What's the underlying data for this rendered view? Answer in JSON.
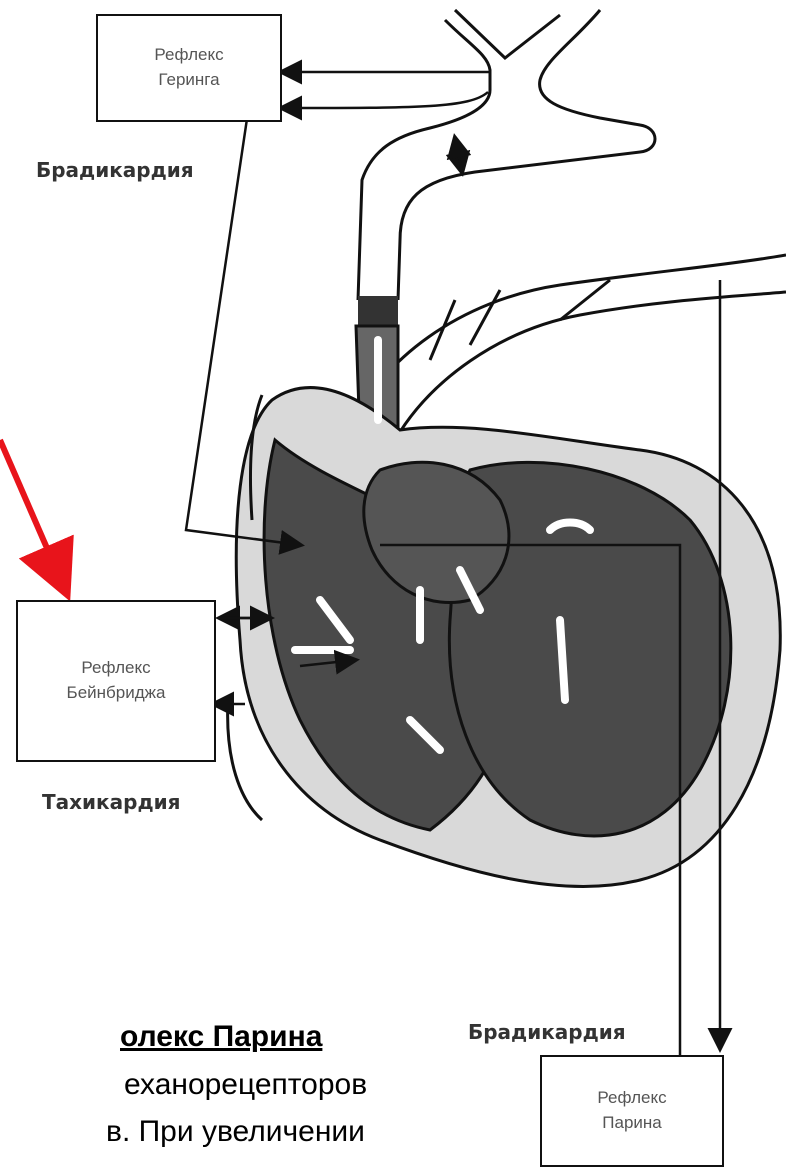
{
  "boxes": {
    "hering": {
      "line1": "Рефлекс",
      "line2": "Геринга"
    },
    "bainbridge": {
      "line1": "Рефлекс",
      "line2": "Бейнбриджа"
    },
    "parin": {
      "line1": "Рефлекс",
      "line2": "Парина"
    }
  },
  "labels": {
    "brady_top": "Брадикардия",
    "tachy": "Тахикардия",
    "brady_bottom": "Брадикардия"
  },
  "text": {
    "heading": "олекс Парина",
    "line2": "еханорецепторов",
    "line3": "в. При увеличении"
  },
  "colors": {
    "arrow_red": "#e8141b",
    "heart_dark": "#4a4a4a",
    "line": "#111111"
  }
}
